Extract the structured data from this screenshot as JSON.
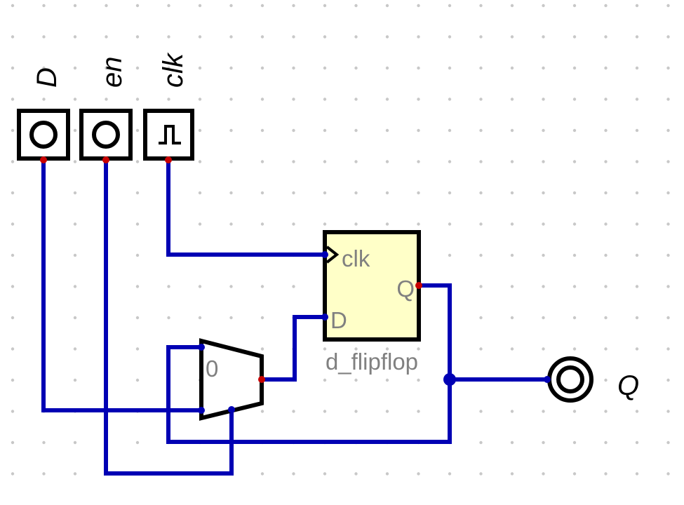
{
  "inputs": {
    "d_label": "D",
    "en_label": "en",
    "clk_label": "clk"
  },
  "flipflop": {
    "name": "d_flipflop",
    "clk_pin": "clk",
    "d_pin": "D",
    "q_pin": "Q"
  },
  "mux": {
    "select0_label": "0"
  },
  "output": {
    "q_label": "Q"
  },
  "colors": {
    "wire": "#0000b4",
    "pin_dot": "#c80000",
    "component_stroke": "#000000",
    "flipflop_fill": "#ffffc8",
    "pin_text": "#808080",
    "grid_dot": "#c8c8c8",
    "background": "#ffffff"
  }
}
